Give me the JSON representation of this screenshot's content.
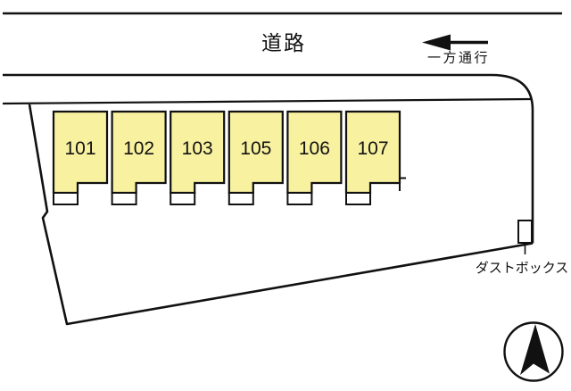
{
  "road": {
    "label": "道路"
  },
  "one_way": {
    "label": "一方通行",
    "direction": "left"
  },
  "units": [
    {
      "label": "101"
    },
    {
      "label": "102"
    },
    {
      "label": "103"
    },
    {
      "label": "105"
    },
    {
      "label": "106"
    },
    {
      "label": "107"
    }
  ],
  "dust_box": {
    "label": "ダストボックス"
  },
  "compass": {
    "points": "north"
  },
  "colors": {
    "unit_fill": "#F8F1A0",
    "line": "#111111",
    "background": "#FFFFFF"
  }
}
